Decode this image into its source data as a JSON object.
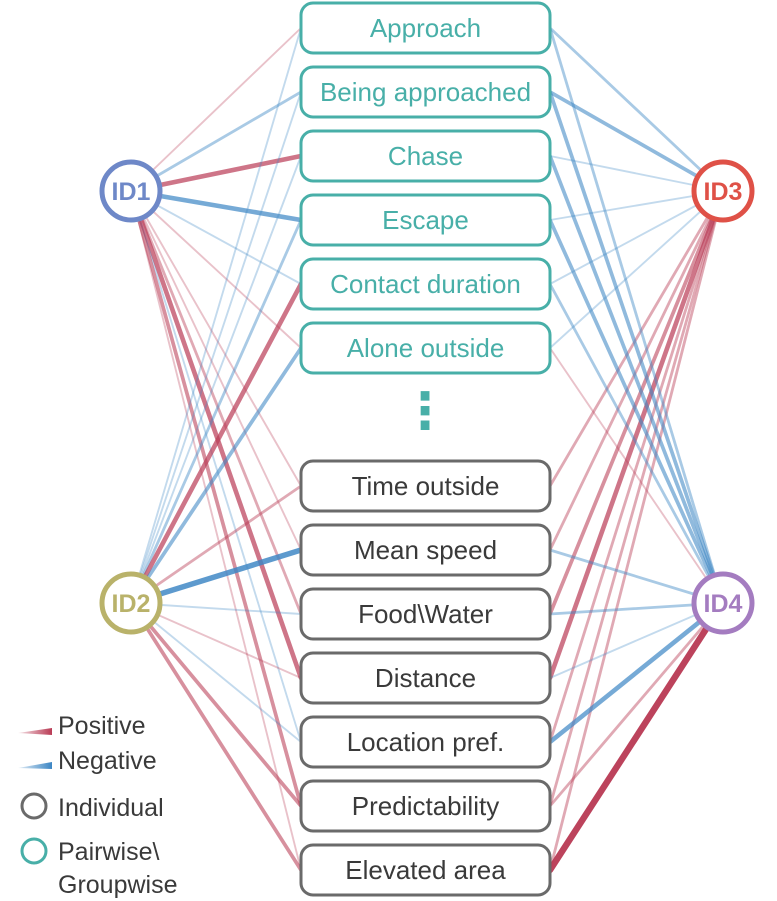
{
  "colors": {
    "pairwise": "#48AFA8",
    "individual": "#6a6a6a",
    "positive": "#B93B55",
    "negative": "#3C86C4",
    "id1": "#6E88C8",
    "id2": "#B9B26A",
    "id3": "#DF5147",
    "id4": "#A47CC0",
    "text": "#3a3a3a"
  },
  "ids": [
    {
      "key": "id1",
      "label": "ID1"
    },
    {
      "key": "id2",
      "label": "ID2"
    },
    {
      "key": "id3",
      "label": "ID3"
    },
    {
      "key": "id4",
      "label": "ID4"
    }
  ],
  "pairwise_features": [
    "Approach",
    "Being approached",
    "Chase",
    "Escape",
    "Contact duration",
    "Alone outside"
  ],
  "individual_features": [
    "Time outside",
    "Mean speed",
    "Food\\Water",
    "Distance",
    "Location pref.",
    "Predictability",
    "Elevated area"
  ],
  "ellipsis": "⋮",
  "legend": {
    "positive": "Positive",
    "negative": "Negative",
    "individual": "Individual",
    "pairwise_line1": "Pairwise\\",
    "pairwise_line2": "Groupwise"
  },
  "connections": [
    {
      "id": "id1",
      "feature": 0,
      "sign": "pos",
      "weight": 1
    },
    {
      "id": "id1",
      "feature": 1,
      "sign": "neg",
      "weight": 2
    },
    {
      "id": "id1",
      "feature": 2,
      "sign": "pos",
      "weight": 4
    },
    {
      "id": "id1",
      "feature": 3,
      "sign": "neg",
      "weight": 4
    },
    {
      "id": "id1",
      "feature": 4,
      "sign": "neg",
      "weight": 1
    },
    {
      "id": "id1",
      "feature": 5,
      "sign": "pos",
      "weight": 1
    },
    {
      "id": "id1",
      "feature": 6,
      "sign": "pos",
      "weight": 1
    },
    {
      "id": "id1",
      "feature": 7,
      "sign": "pos",
      "weight": 1
    },
    {
      "id": "id1",
      "feature": 8,
      "sign": "pos",
      "weight": 2
    },
    {
      "id": "id1",
      "feature": 9,
      "sign": "pos",
      "weight": 4
    },
    {
      "id": "id1",
      "feature": 10,
      "sign": "neg",
      "weight": 1
    },
    {
      "id": "id1",
      "feature": 11,
      "sign": "pos",
      "weight": 3
    },
    {
      "id": "id1",
      "feature": 12,
      "sign": "pos",
      "weight": 1
    },
    {
      "id": "id2",
      "feature": 0,
      "sign": "neg",
      "weight": 1
    },
    {
      "id": "id2",
      "feature": 1,
      "sign": "neg",
      "weight": 1
    },
    {
      "id": "id2",
      "feature": 2,
      "sign": "neg",
      "weight": 1
    },
    {
      "id": "id2",
      "feature": 3,
      "sign": "neg",
      "weight": 2
    },
    {
      "id": "id2",
      "feature": 4,
      "sign": "pos",
      "weight": 4
    },
    {
      "id": "id2",
      "feature": 5,
      "sign": "neg",
      "weight": 3
    },
    {
      "id": "id2",
      "feature": 6,
      "sign": "pos",
      "weight": 2
    },
    {
      "id": "id2",
      "feature": 7,
      "sign": "neg",
      "weight": 5
    },
    {
      "id": "id2",
      "feature": 8,
      "sign": "neg",
      "weight": 1
    },
    {
      "id": "id2",
      "feature": 9,
      "sign": "pos",
      "weight": 1
    },
    {
      "id": "id2",
      "feature": 10,
      "sign": "neg",
      "weight": 1
    },
    {
      "id": "id2",
      "feature": 11,
      "sign": "pos",
      "weight": 3
    },
    {
      "id": "id2",
      "feature": 12,
      "sign": "pos",
      "weight": 3
    },
    {
      "id": "id3",
      "feature": 0,
      "sign": "neg",
      "weight": 2
    },
    {
      "id": "id3",
      "feature": 1,
      "sign": "neg",
      "weight": 3
    },
    {
      "id": "id3",
      "feature": 2,
      "sign": "neg",
      "weight": 1
    },
    {
      "id": "id3",
      "feature": 3,
      "sign": "neg",
      "weight": 1
    },
    {
      "id": "id3",
      "feature": 4,
      "sign": "neg",
      "weight": 1
    },
    {
      "id": "id3",
      "feature": 5,
      "sign": "neg",
      "weight": 1
    },
    {
      "id": "id3",
      "feature": 6,
      "sign": "pos",
      "weight": 2
    },
    {
      "id": "id3",
      "feature": 7,
      "sign": "pos",
      "weight": 2
    },
    {
      "id": "id3",
      "feature": 8,
      "sign": "pos",
      "weight": 3
    },
    {
      "id": "id3",
      "feature": 9,
      "sign": "pos",
      "weight": 4
    },
    {
      "id": "id3",
      "feature": 10,
      "sign": "pos",
      "weight": 2
    },
    {
      "id": "id3",
      "feature": 11,
      "sign": "pos",
      "weight": 2
    },
    {
      "id": "id3",
      "feature": 12,
      "sign": "pos",
      "weight": 2
    },
    {
      "id": "id4",
      "feature": 0,
      "sign": "neg",
      "weight": 2
    },
    {
      "id": "id4",
      "feature": 1,
      "sign": "neg",
      "weight": 3
    },
    {
      "id": "id4",
      "feature": 2,
      "sign": "neg",
      "weight": 3
    },
    {
      "id": "id4",
      "feature": 3,
      "sign": "neg",
      "weight": 3
    },
    {
      "id": "id4",
      "feature": 4,
      "sign": "neg",
      "weight": 2
    },
    {
      "id": "id4",
      "feature": 5,
      "sign": "pos",
      "weight": 1
    },
    {
      "id": "id4",
      "feature": 7,
      "sign": "neg",
      "weight": 2
    },
    {
      "id": "id4",
      "feature": 8,
      "sign": "neg",
      "weight": 2
    },
    {
      "id": "id4",
      "feature": 9,
      "sign": "neg",
      "weight": 1
    },
    {
      "id": "id4",
      "feature": 10,
      "sign": "neg",
      "weight": 4
    },
    {
      "id": "id4",
      "feature": 11,
      "sign": "pos",
      "weight": 2
    },
    {
      "id": "id4",
      "feature": 12,
      "sign": "pos",
      "weight": 6
    }
  ]
}
